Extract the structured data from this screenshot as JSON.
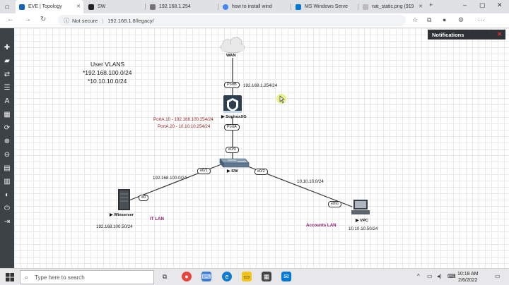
{
  "browser": {
    "tabs": [
      {
        "title": "EVE | Topology",
        "active": true
      },
      {
        "title": "SW",
        "active": false
      },
      {
        "title": "192.168.1.254",
        "active": false
      },
      {
        "title": "how to install wind",
        "active": false
      },
      {
        "title": "MS Windows Serve",
        "active": false
      },
      {
        "title": "nat_static.png (919",
        "active": false
      }
    ],
    "address": {
      "security": "Not secure",
      "url": "192.168.1.8/legacy/"
    }
  },
  "notifications": {
    "title": "Notifications"
  },
  "topology": {
    "vlans": {
      "title": "User VLANS",
      "lines": [
        "*192.168.100.0/24",
        "*10.10.10.0/24"
      ]
    },
    "nodes": {
      "wan": {
        "label": "WAN"
      },
      "firewall": {
        "label": "SophosXG",
        "port_b": "PortB",
        "port_a": "PortA",
        "wan_ip": "192.168.1.254/24",
        "sub_a10": "PortA.10 - 192.168.100.254/24",
        "sub_a20": "PortA.20 - 10.10.10.254/24"
      },
      "switch": {
        "label": "SW",
        "e0_0": "e0/0",
        "e0_1": "e0/1",
        "e0_2": "e0/2"
      },
      "server": {
        "label": "Winserver",
        "port": "e0",
        "ip": "192.168.100.50/24",
        "subnet": "192.168.100.0/24",
        "zone": "IT LAN"
      },
      "vpc": {
        "label": "VPC",
        "port": "eth0",
        "ip": "10.10.10.50/24",
        "subnet": "10.10.10.0/24",
        "zone": "Accounts LAN"
      }
    }
  },
  "taskbar": {
    "search_placeholder": "Type here to search",
    "time": "10:18 AM",
    "date": "2/6/2022",
    "colors": {
      "edge": "#0f7bd4",
      "chrome": "#e8453c"
    }
  }
}
